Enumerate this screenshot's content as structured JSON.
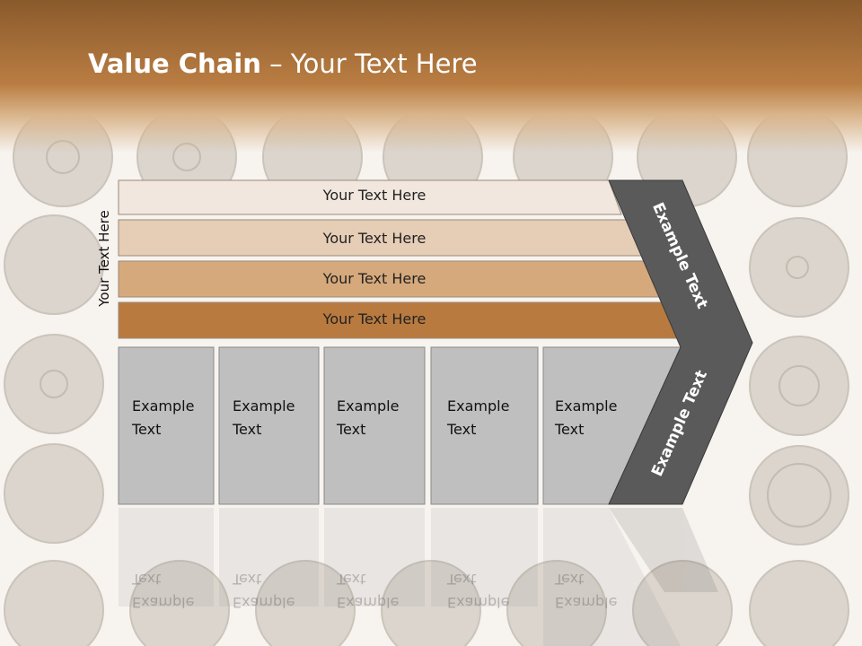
{
  "slide": {
    "title_bold": "Value Chain",
    "title_rest": " – Your Text Here",
    "vertical_label": "Your Text Here",
    "bars": [
      {
        "label": "Your Text Here",
        "fill": "#f1e7de"
      },
      {
        "label": "Your Text Here",
        "fill": "#e6cdb6"
      },
      {
        "label": "Your Text Here",
        "fill": "#d6a97c"
      },
      {
        "label": "Your Text Here",
        "fill": "#b97a3f"
      }
    ],
    "columns": [
      {
        "label": "Example\nText"
      },
      {
        "label": "Example\nText"
      },
      {
        "label": "Example\nText"
      },
      {
        "label": "Example\nText"
      },
      {
        "label": "Example\nText"
      }
    ],
    "chevron_top": "Example Text",
    "chevron_bottom": "Example Text",
    "colors": {
      "header": "#b97d42",
      "column_fill": "#bfbfbf",
      "chevron": "#5a5a5a"
    }
  }
}
